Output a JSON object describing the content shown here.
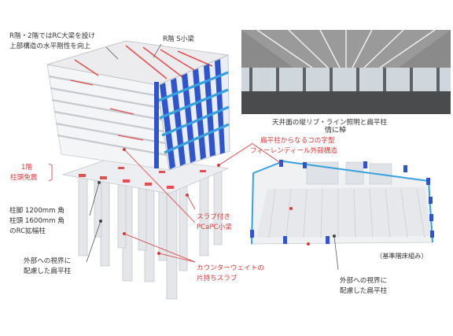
{
  "labels": {
    "r2_beam": [
      "R階・2階ではRC大梁を設け",
      "上部構造の水平剛性を向上"
    ],
    "r_small_beam": "R階 S小梁",
    "floor1_isolation": [
      "1階",
      "柱頭免震"
    ],
    "rc_column": [
      "柱脚 1200mm 角",
      "柱頭 1600mm 角",
      "のRC拡幅柱"
    ],
    "flat_column_left": [
      "外部への視界に",
      "配慮した扁平柱"
    ],
    "slab_beam": [
      "スラブ付き",
      "PCaPC小梁"
    ],
    "counterweight": [
      "カウンターウェイトの",
      "片持ちスラブ"
    ],
    "ceiling_caption": "天井面の縦リブ・ライン照明と扁平柱",
    "vierendeel": [
      "扁平柱からなるコの字型",
      "フィーレンディール外殻構造"
    ],
    "floor_framing": "（基準階床組み）",
    "flat_column_right": [
      "外部への視界に",
      "配慮した扁平柱"
    ],
    "sign_text": "情に棹"
  },
  "colors": {
    "accent_red": "#d63b3b",
    "column_blue": "#2f55c9",
    "beam_light_blue": "#37a0df",
    "slab_grey": "#e8e8e8"
  }
}
